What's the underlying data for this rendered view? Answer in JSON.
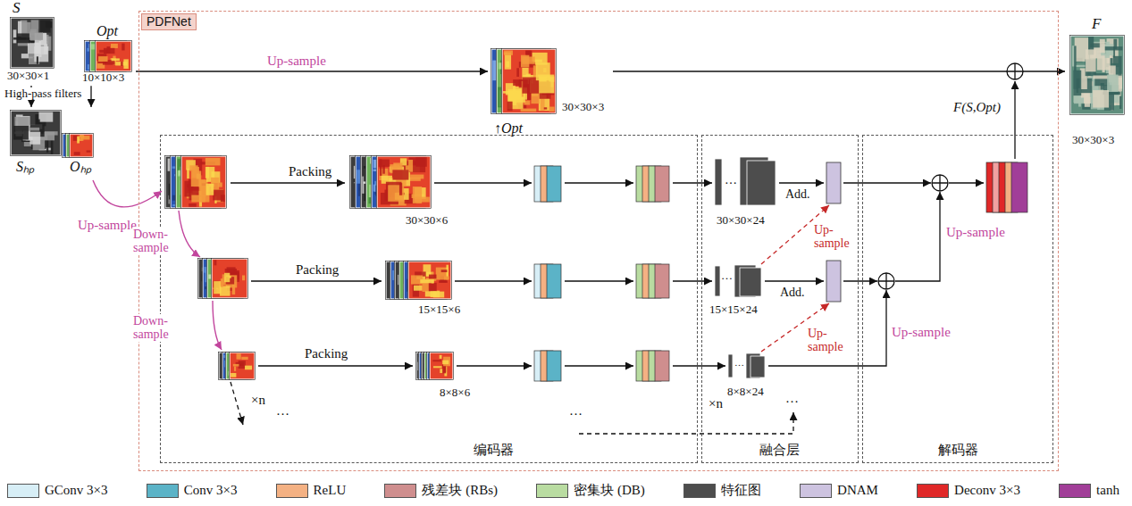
{
  "diagram": {
    "nodes": [
      {
        "text": [
          "S",
          "30×30×1"
        ]
      },
      {
        "text": [
          "Opt",
          "10×10×3"
        ]
      },
      {
        "text": [
          "Sₕₚ",
          "Oₕₚ"
        ]
      },
      {
        "text": [
          "PDFNet"
        ]
      },
      {
        "text": [
          "↑Opt",
          "30×30×3"
        ],
        "in": 3
      },
      {
        "text": [
          "编码器"
        ],
        "in": 3
      },
      {
        "text": [
          "融合层"
        ],
        "in": 3
      },
      {
        "text": [
          "解码器"
        ],
        "in": 3
      },
      {
        "text": [
          "F",
          "30×30×3"
        ]
      },
      {
        "text": [
          "30×30×6"
        ],
        "in": 5
      },
      {
        "text": [
          "15×15×6"
        ],
        "in": 5
      },
      {
        "text": [
          "8×8×6"
        ],
        "in": 5
      },
      {
        "text": [
          "30×30×24"
        ],
        "in": 6
      },
      {
        "text": [
          "15×15×24"
        ],
        "in": 6
      },
      {
        "text": [
          "8×8×24"
        ],
        "in": 6
      }
    ],
    "edges": [
      {
        "from": 0,
        "to": 2,
        "arrow": "to",
        "label": "High-pass filters"
      },
      {
        "from": 1,
        "to": 2,
        "arrow": "to"
      },
      {
        "from": 1,
        "to": 4,
        "arrow": "to",
        "label": "Up-sample"
      },
      {
        "from": 4,
        "to": 8,
        "arrow": "to"
      }
    ],
    "labels": [
      "Up-sample",
      "Packing",
      "Down- sample",
      "Packing",
      "Down- sample",
      "Packing",
      "×n",
      "…",
      "…",
      "…",
      "Add.",
      "Up- sample",
      "…",
      "Add.",
      "Up- sample",
      "…",
      "×n",
      "…",
      "Up-sample",
      "Up-sample",
      "F(S,Opt)"
    ],
    "legend": [
      {
        "text": "GConv 3×3",
        "color": "#d7eef6"
      },
      {
        "text": "Conv 3×3",
        "color": "#5bb3c7"
      },
      {
        "text": "ReLU",
        "color": "#f4b183"
      },
      {
        "text": "残差块 (RBs)",
        "color": "#cf8e8e"
      },
      {
        "text": "密集块 (DB)",
        "color": "#b9dca1"
      },
      {
        "text": "特征图",
        "color": "#4d4d4d"
      },
      {
        "text": "DNAM",
        "color": "#cdc3e0"
      },
      {
        "text": "Deconv 3×3",
        "color": "#e02828"
      },
      {
        "text": "tanh",
        "color": "#a13e98"
      }
    ]
  }
}
